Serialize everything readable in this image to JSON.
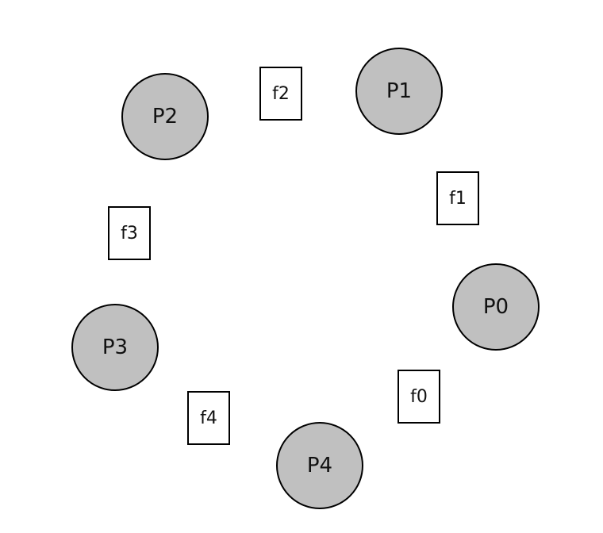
{
  "diagram": {
    "philosophers": [
      {
        "id": "p0",
        "label": "P0"
      },
      {
        "id": "p1",
        "label": "P1"
      },
      {
        "id": "p2",
        "label": "P2"
      },
      {
        "id": "p3",
        "label": "P3"
      },
      {
        "id": "p4",
        "label": "P4"
      }
    ],
    "forks": [
      {
        "id": "f0",
        "label": "f0"
      },
      {
        "id": "f1",
        "label": "f1"
      },
      {
        "id": "f2",
        "label": "f2"
      },
      {
        "id": "f3",
        "label": "f3"
      },
      {
        "id": "f4",
        "label": "f4"
      }
    ],
    "colors": {
      "philosopher_fill": "#c0c0c0",
      "fork_fill": "#ffffff",
      "outline": "#000000"
    }
  }
}
